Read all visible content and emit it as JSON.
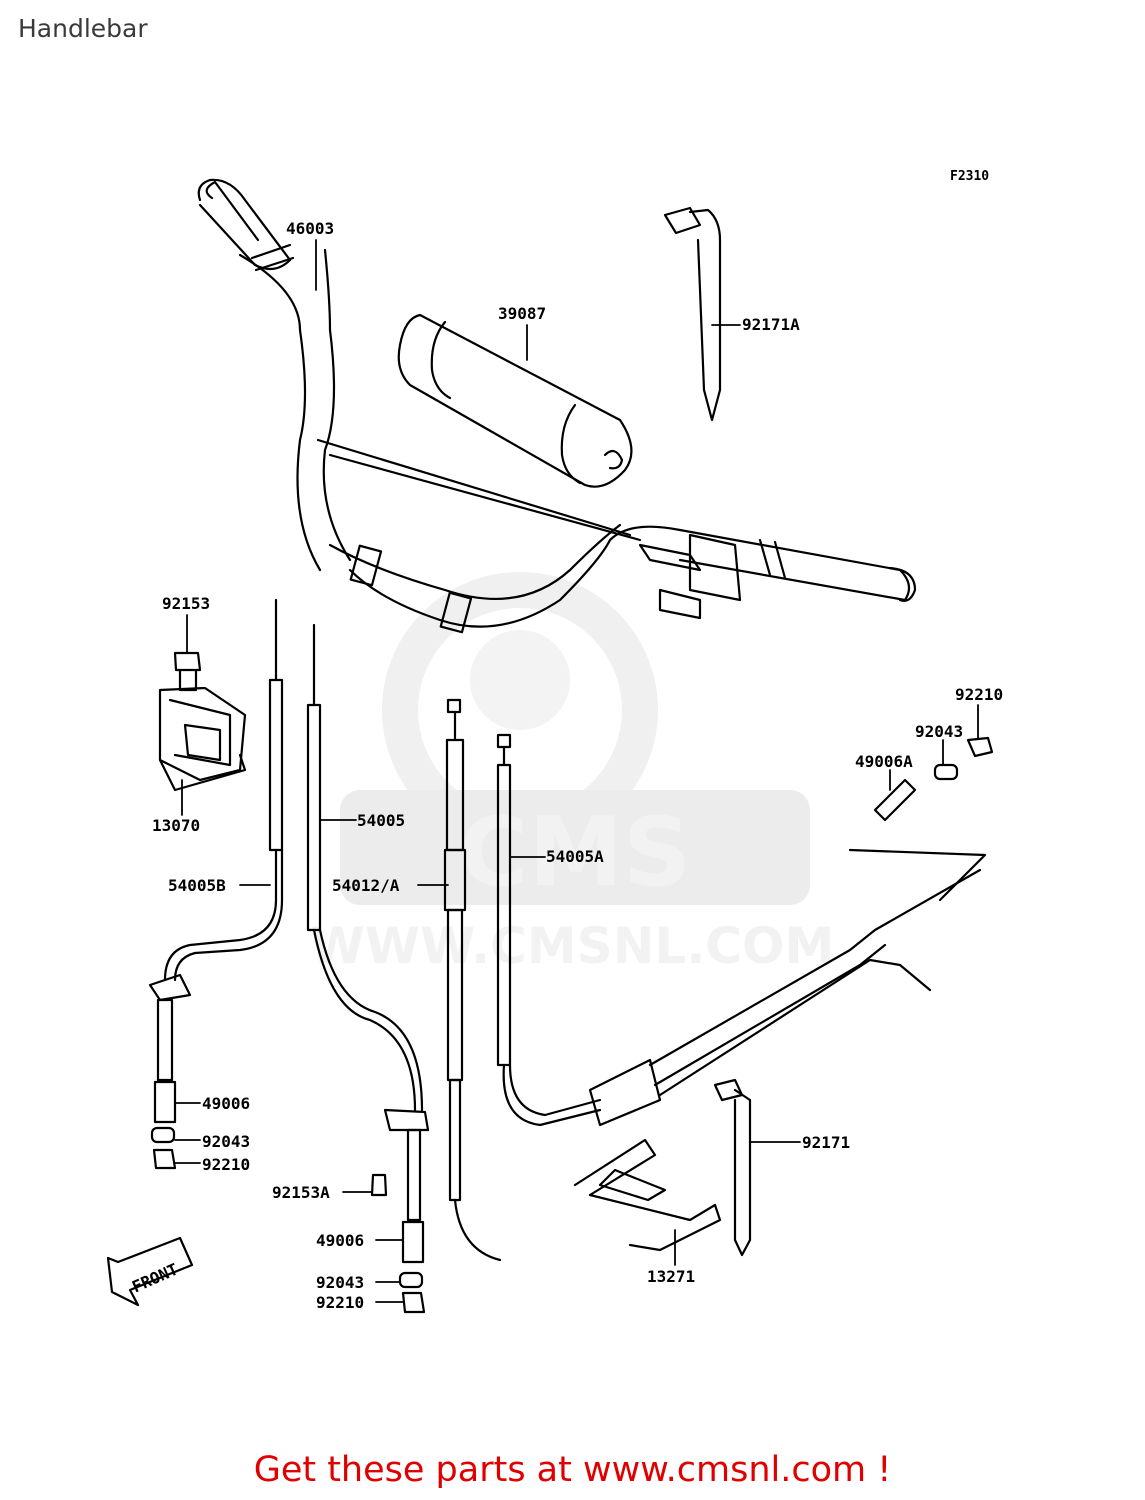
{
  "page": {
    "title": "Handlebar"
  },
  "diagram": {
    "ref_code": "F2310",
    "front_label": "FRONT",
    "watermark": {
      "brand": "CMS",
      "site": "WWW.CMSNL.COM"
    },
    "callouts": {
      "c46003": "46003",
      "c39087": "39087",
      "c92171A": "92171A",
      "c92153": "92153",
      "c13070": "13070",
      "c54005": "54005",
      "c54005B": "54005B",
      "c54012A": "54012/A",
      "c54005A": "54005A",
      "c92210_r": "92210",
      "c92043_r": "92043",
      "c49006A": "49006A",
      "c49006_l": "49006",
      "c92043_l": "92043",
      "c92210_l": "92210",
      "c92153A": "92153A",
      "c49006_m": "49006",
      "c92043_m": "92043",
      "c92210_m": "92210",
      "c92171": "92171",
      "c13271": "13271"
    }
  },
  "footer": {
    "text": "Get these parts at www.cmsnl.com !"
  },
  "colors": {
    "line": "#000000",
    "footer": "#e00000",
    "watermark": "#efefef"
  }
}
